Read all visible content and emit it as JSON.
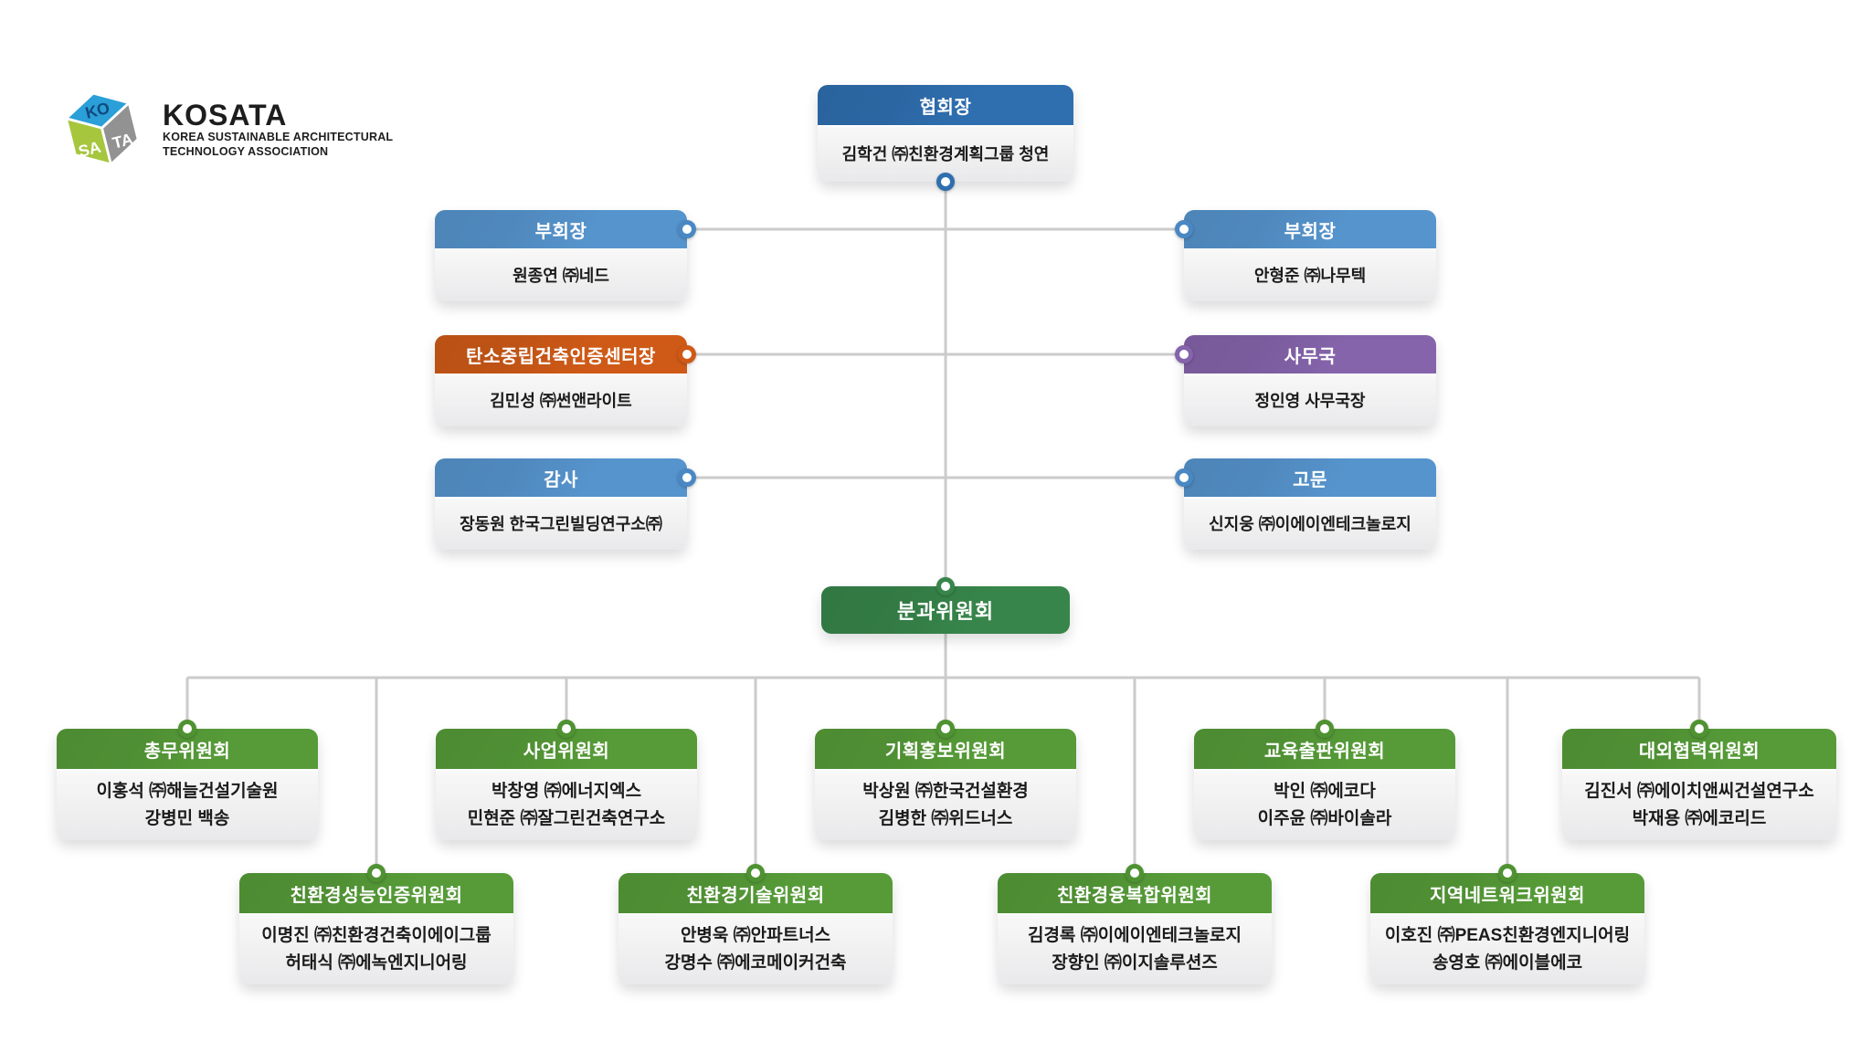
{
  "logo": {
    "title": "KOSATA",
    "subtitle_line1": "KOREA SUSTAINABLE ARCHITECTURAL",
    "subtitle_line2": "TECHNOLOGY ASSOCIATION",
    "cube": {
      "ko": "KO",
      "sa": "SA",
      "ta": "TA"
    }
  },
  "colors": {
    "president_blue": "#2f6fb0",
    "light_blue": "#5694cd",
    "orange": "#cf5a17",
    "purple": "#8564ab",
    "division_green": "#37854a",
    "committee_green": "#569b38",
    "line_gray": "#cbcbcb"
  },
  "org": {
    "president": {
      "title": "협회장",
      "member": "김학건 ㈜친환경계획그룹 청연"
    },
    "vice_left": {
      "title": "부회장",
      "member": "원종연 ㈜네드"
    },
    "carbon_center": {
      "title": "탄소중립건축인증센터장",
      "member": "김민성 ㈜썬앤라이트"
    },
    "auditor": {
      "title": "감사",
      "member": "장동원 한국그린빌딩연구소㈜"
    },
    "vice_right": {
      "title": "부회장",
      "member": "안형준 ㈜나무텍"
    },
    "secretariat": {
      "title": "사무국",
      "member": "정인영 사무국장"
    },
    "advisor": {
      "title": "고문",
      "member": "신지웅 ㈜이에이엔테크놀로지"
    },
    "division_root": {
      "title": "분과위원회"
    },
    "committees_row1": [
      {
        "title": "총무위원회",
        "members": [
          "이홍석 ㈜해늘건설기술원",
          "강병민 백송"
        ]
      },
      {
        "title": "사업위원회",
        "members": [
          "박창영 ㈜에너지엑스",
          "민현준 ㈜잘그린건축연구소"
        ]
      },
      {
        "title": "기획홍보위원회",
        "members": [
          "박상원 ㈜한국건설환경",
          "김병한 ㈜위드너스"
        ]
      },
      {
        "title": "교육출판위원회",
        "members": [
          "박인 ㈜에코다",
          "이주윤 ㈜바이솔라"
        ]
      },
      {
        "title": "대외협력위원회",
        "members": [
          "김진서 ㈜에이치앤씨건설연구소",
          "박재용 ㈜에코리드"
        ]
      }
    ],
    "committees_row2": [
      {
        "title": "친환경성능인증위원회",
        "members": [
          "이명진 ㈜친환경건축이에이그룹",
          "허태식 ㈜에녹엔지니어링"
        ]
      },
      {
        "title": "친환경기술위원회",
        "members": [
          "안병욱 ㈜안파트너스",
          "강명수 ㈜에코메이커건축"
        ]
      },
      {
        "title": "친환경융복합위원회",
        "members": [
          "김경록 ㈜이에이엔테크놀로지",
          "장향인 ㈜이지솔루션즈"
        ]
      },
      {
        "title": "지역네트워크위원회",
        "members": [
          "이호진 ㈜PEAS친환경엔지니어링",
          "송영호 ㈜에이블에코"
        ]
      }
    ]
  }
}
